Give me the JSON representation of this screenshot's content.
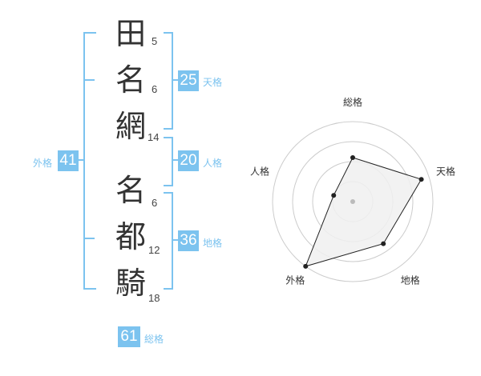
{
  "chars": [
    {
      "kanji": "田",
      "strokes": "5"
    },
    {
      "kanji": "名",
      "strokes": "6"
    },
    {
      "kanji": "網",
      "strokes": "14"
    },
    {
      "kanji": "名",
      "strokes": "6"
    },
    {
      "kanji": "都",
      "strokes": "12"
    },
    {
      "kanji": "騎",
      "strokes": "18"
    }
  ],
  "fortunes": {
    "tenkaku": {
      "value": "25",
      "label": "天格"
    },
    "jinkaku": {
      "value": "20",
      "label": "人格"
    },
    "chikaku": {
      "value": "36",
      "label": "地格"
    },
    "gaikaku": {
      "value": "41",
      "label": "外格"
    },
    "soukaku": {
      "value": "61",
      "label": "総格"
    }
  },
  "colors": {
    "accent": "#7cc3ef",
    "radar_fill": "#f0f0f0",
    "ring": "#cccccc",
    "line": "#222222"
  },
  "chart_data": {
    "type": "radar",
    "axes": [
      "総格",
      "天格",
      "地格",
      "外格",
      "人格"
    ],
    "values": [
      0.55,
      0.9,
      0.65,
      1.0,
      0.25
    ],
    "max": 1.0,
    "rings": 4
  }
}
